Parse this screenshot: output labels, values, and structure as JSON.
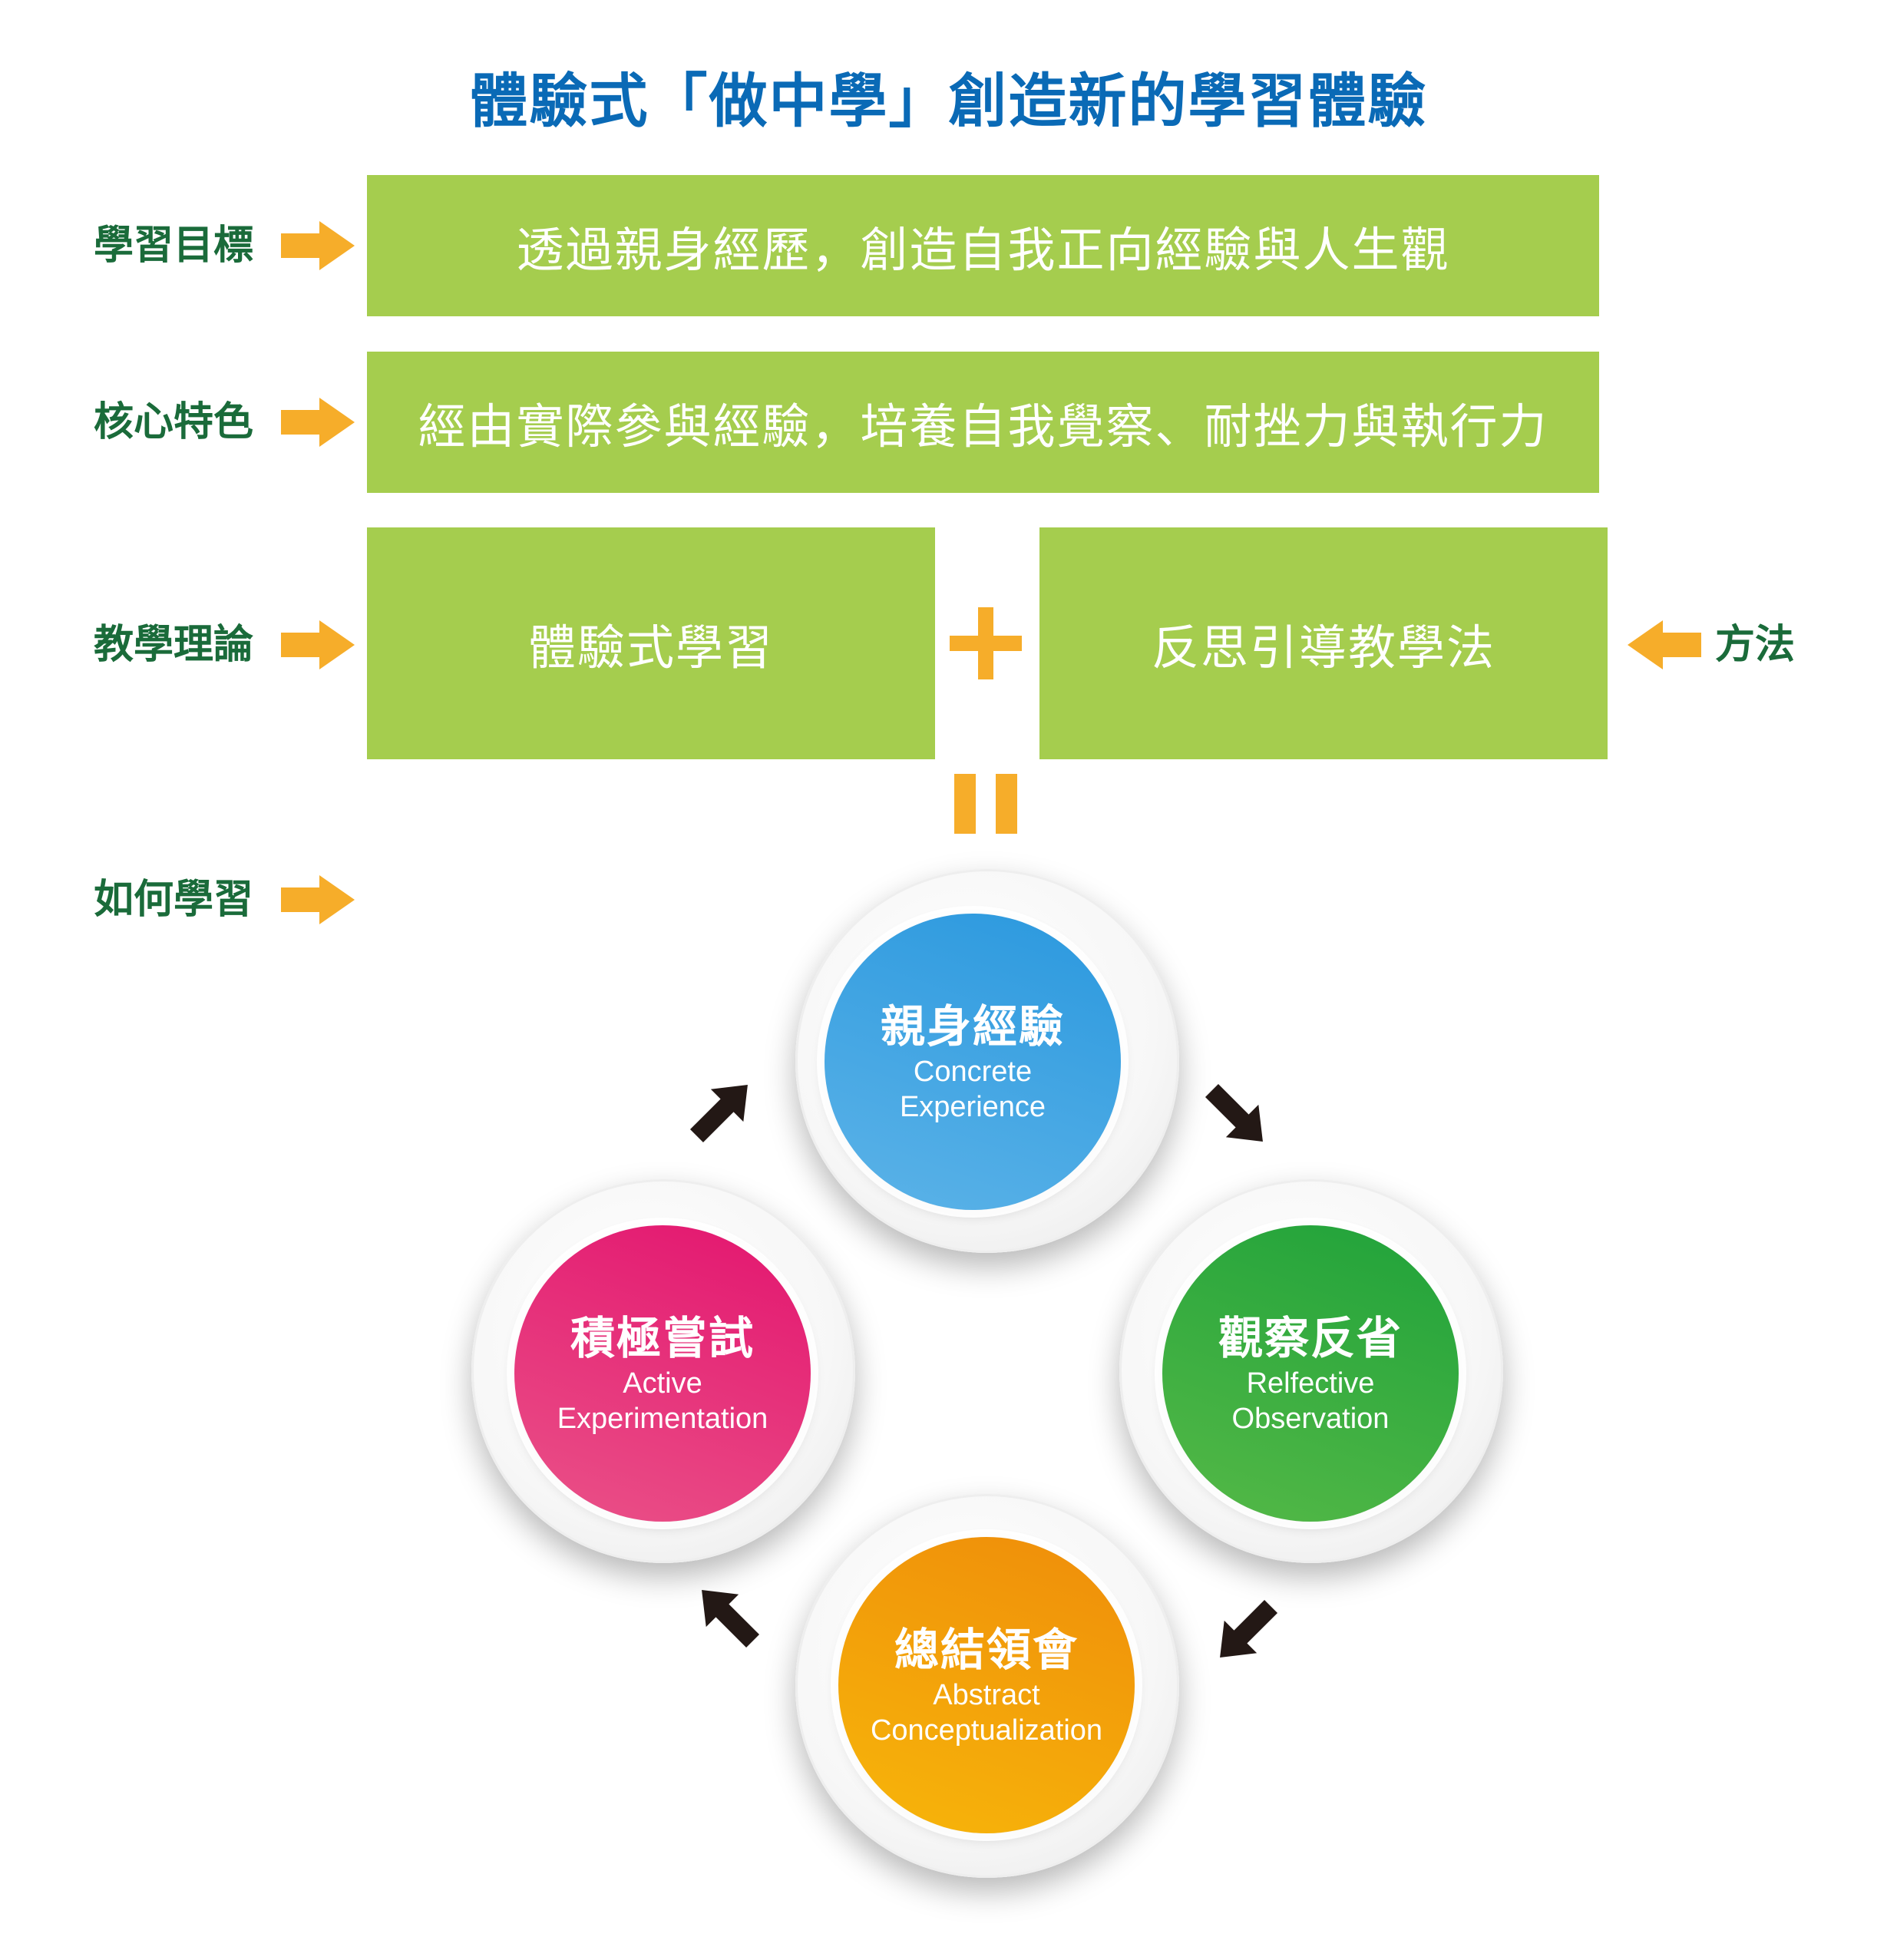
{
  "title": "體驗式「做中學」創造新的學習體驗",
  "rows": {
    "goal_label": "學習目標",
    "goal_text": "透過親身經歷，創造自我正向經驗與人生觀",
    "core_label": "核心特色",
    "core_text": "經由實際參與經驗，培養自我覺察、耐挫力與執行力",
    "theory_label": "教學理論",
    "theory_left": "體驗式學習",
    "theory_right": "反思引導教學法",
    "method_label": "方法",
    "how_label": "如何學習"
  },
  "cycle": {
    "nodes": [
      {
        "zh": "親身經驗",
        "en1": "Concrete",
        "en2": "Experience"
      },
      {
        "zh": "觀察反省",
        "en1": "Relfective",
        "en2": "Observation"
      },
      {
        "zh": "總結領會",
        "en1": "Abstract",
        "en2": "Conceptualization"
      },
      {
        "zh": "積極嘗試",
        "en1": "Active",
        "en2": "Experimentation"
      }
    ]
  },
  "colors": {
    "title": "#0a6ab6",
    "label": "#1a6b3a",
    "box_green": "#a5cd4e",
    "accent_orange": "#f6ad2a",
    "node_blue": "#3aa3e2",
    "node_green": "#34b249",
    "node_orange": "#f5a00b",
    "node_pink": "#e4236f",
    "cycle_arrow": "#231815"
  },
  "icons": {
    "row_arrow": "arrow-right-icon",
    "method_arrow": "arrow-left-icon",
    "plus": "plus-icon",
    "equals": "equals-icon",
    "cycle_arrows": [
      "arrow-up-right-icon",
      "arrow-down-right-icon",
      "arrow-down-left-icon",
      "arrow-up-left-icon"
    ]
  }
}
